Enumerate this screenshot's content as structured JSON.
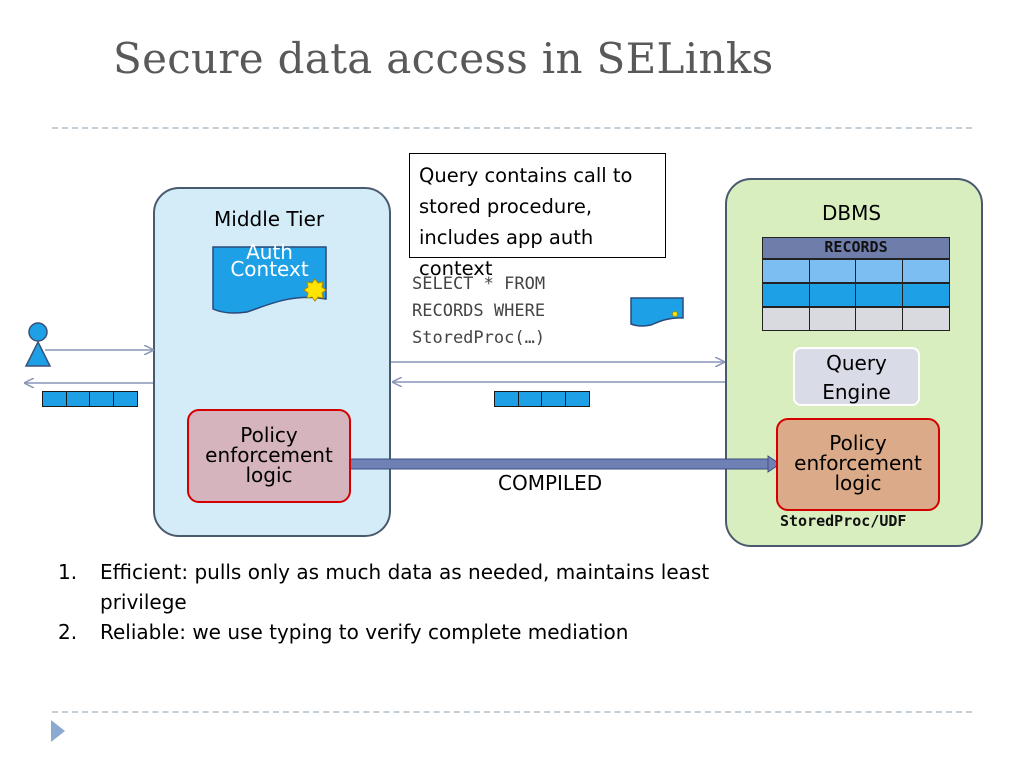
{
  "slide": {
    "title": "Secure data access in SELinks"
  },
  "middle_tier": {
    "label": "Middle Tier",
    "auth_context_line1": "Auth",
    "auth_context_line2": "Context",
    "policy_line1": "Policy",
    "policy_line2": "enforcement",
    "policy_line3": "logic"
  },
  "callout": {
    "text": "Query contains call to stored procedure, includes app auth context"
  },
  "query": {
    "line1": "SELECT * FROM",
    "line2": "RECORDS WHERE",
    "line3": "StoredProc(…)"
  },
  "dbms": {
    "label": "DBMS",
    "table_title": "RECORDS",
    "row_colors": [
      "#7cbef2",
      "#1ea0e6",
      "#d9d9e0"
    ],
    "query_engine_line1": "Query",
    "query_engine_line2": "Engine",
    "policy_line1": "Policy",
    "policy_line2": "enforcement",
    "policy_line3": "logic",
    "storedproc_label": "StoredProc/UDF"
  },
  "flow": {
    "compiled_label": "COMPILED"
  },
  "conclusions": [
    {
      "number": "1.",
      "text": "Efficient: pulls only as much data as needed, maintains least privilege"
    },
    {
      "number": "2.",
      "text": "Reliable: we use typing to verify complete mediation"
    }
  ],
  "icons": {
    "user": "user-icon",
    "auth_token": "auth-token-icon",
    "auth_seal": "seal-icon",
    "next_slide": "play-arrow-icon"
  },
  "colors": {
    "middle_tier_fill": "#d4ecf8",
    "dbms_fill": "#d8eebf",
    "accent_blue": "#1ea0e6",
    "policy_border": "#d40000",
    "arrow_line": "#8a96b8"
  }
}
